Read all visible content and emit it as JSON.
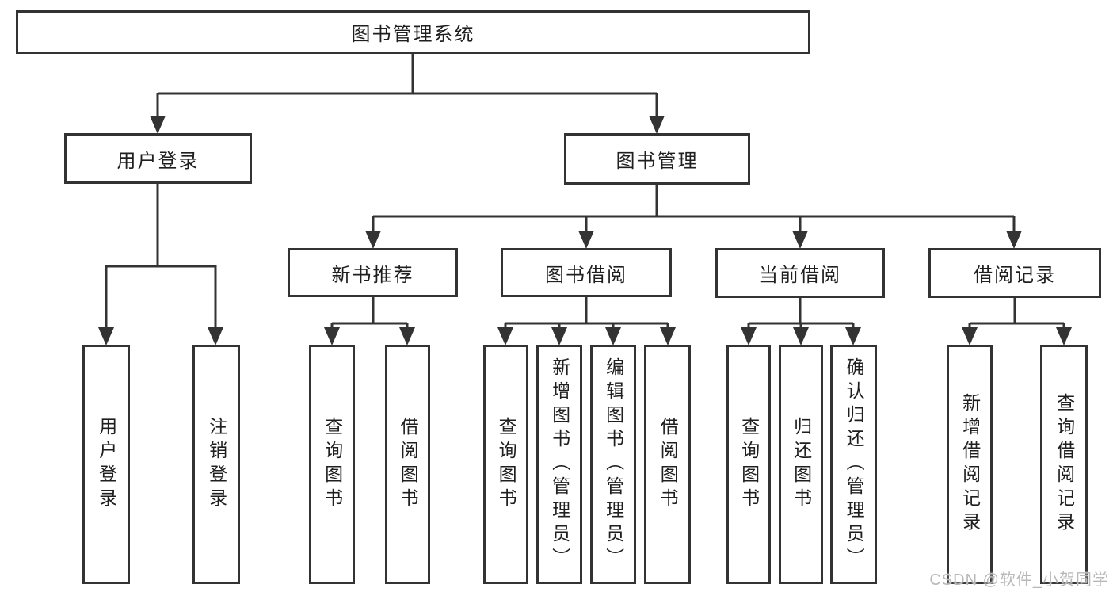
{
  "diagram": {
    "root": {
      "label": "图书管理系统"
    },
    "branches": [
      {
        "label": "用户登录",
        "children": [
          {
            "label": "用户登录"
          },
          {
            "label": "注销登录"
          }
        ]
      },
      {
        "label": "图书管理",
        "children": [
          {
            "label": "新书推荐",
            "children": [
              {
                "label": "查询图书"
              },
              {
                "label": "借阅图书"
              }
            ]
          },
          {
            "label": "图书借阅",
            "children": [
              {
                "label": "查询图书"
              },
              {
                "label": "新增图书（管理员）"
              },
              {
                "label": "编辑图书（管理员）"
              },
              {
                "label": "借阅图书"
              }
            ]
          },
          {
            "label": "当前借阅",
            "children": [
              {
                "label": "查询图书"
              },
              {
                "label": "归还图书"
              },
              {
                "label": "确认归还（管理员）"
              }
            ]
          },
          {
            "label": "借阅记录",
            "children": [
              {
                "label": "新增借阅记录"
              },
              {
                "label": "查询借阅记录"
              }
            ]
          }
        ]
      }
    ]
  },
  "watermark": {
    "text": "CSDN @软件_小贺同学"
  },
  "colors": {
    "line": "#333333",
    "box_border": "#333333",
    "text": "#1f1f1f",
    "background": "#ffffff",
    "watermark": "#b8b8b8"
  }
}
